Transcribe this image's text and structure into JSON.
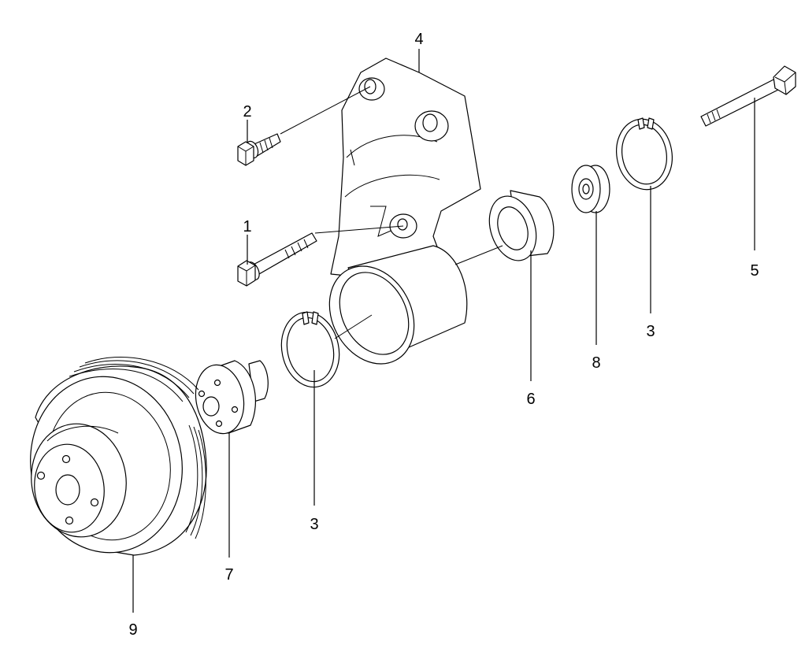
{
  "callouts": {
    "c1": "1",
    "c2": "2",
    "c3a": "3",
    "c3b": "3",
    "c4": "4",
    "c5": "5",
    "c6": "6",
    "c7": "7",
    "c8": "8",
    "c9": "9"
  },
  "colors": {
    "line": "#000000",
    "background": "#ffffff"
  }
}
